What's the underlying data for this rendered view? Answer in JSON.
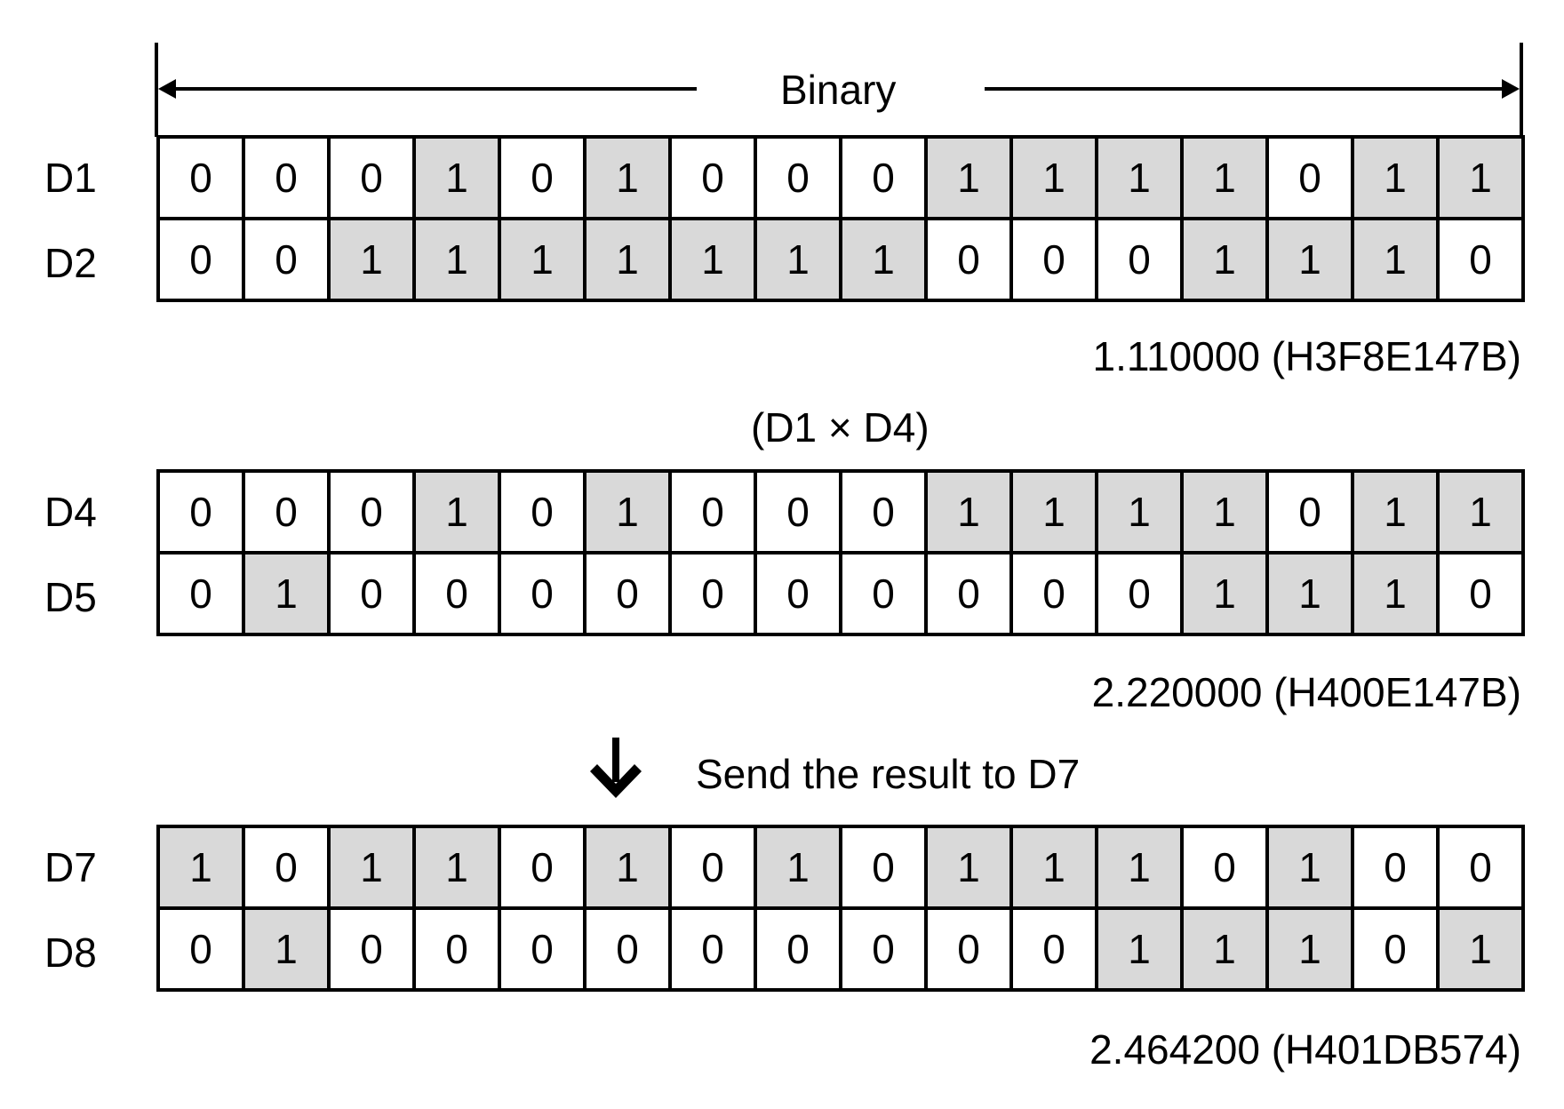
{
  "header": {
    "range_label": "Binary"
  },
  "groups": [
    {
      "rows": [
        {
          "label": "D1",
          "bits": [
            0,
            0,
            0,
            1,
            0,
            1,
            0,
            0,
            0,
            1,
            1,
            1,
            1,
            0,
            1,
            1
          ]
        },
        {
          "label": "D2",
          "bits": [
            0,
            0,
            1,
            1,
            1,
            1,
            1,
            1,
            1,
            0,
            0,
            0,
            1,
            1,
            1,
            0
          ]
        }
      ],
      "value_label": "1.110000 (H3F8E147B)"
    },
    {
      "rows": [
        {
          "label": "D4",
          "bits": [
            0,
            0,
            0,
            1,
            0,
            1,
            0,
            0,
            0,
            1,
            1,
            1,
            1,
            0,
            1,
            1
          ]
        },
        {
          "label": "D5",
          "bits": [
            0,
            1,
            0,
            0,
            0,
            0,
            0,
            0,
            0,
            0,
            0,
            0,
            1,
            1,
            1,
            0
          ]
        }
      ],
      "value_label": "2.220000 (H400E147B)"
    },
    {
      "rows": [
        {
          "label": "D7",
          "bits": [
            1,
            0,
            1,
            1,
            0,
            1,
            0,
            1,
            0,
            1,
            1,
            1,
            0,
            1,
            0,
            0
          ]
        },
        {
          "label": "D8",
          "bits": [
            0,
            1,
            0,
            0,
            0,
            0,
            0,
            0,
            0,
            0,
            0,
            1,
            1,
            1,
            0,
            1
          ]
        }
      ],
      "value_label": "2.464200 (H401DB574)"
    }
  ],
  "operation_label": "(D1 × D4)",
  "result_note": "Send the result to D7",
  "icons": {
    "result_arrow": "down-arrow-icon",
    "range_arrows": "double-headed-horizontal-arrow"
  },
  "colors": {
    "set_bit_fill": "#d9d9d9",
    "clear_bit_fill": "#ffffff",
    "line": "#000000"
  }
}
